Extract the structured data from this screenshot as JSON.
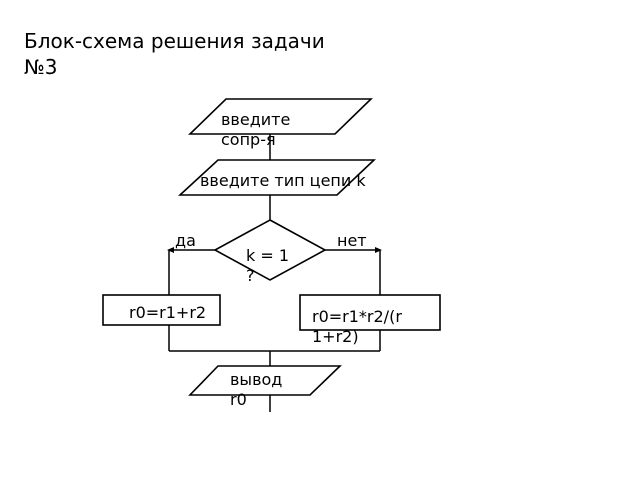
{
  "title": "Блок-схема решения задачи №3",
  "blocks": {
    "input_resistances": "введите сопр-я",
    "input_chain_type": "введите тип цепи k",
    "condition": "k = 1 ?",
    "branch_yes": "да",
    "branch_no": "нет",
    "series_formula": "r0=r1+r2",
    "parallel_formula": "r0=r1*r2/(r1+r2)",
    "output": "вывод r0"
  }
}
